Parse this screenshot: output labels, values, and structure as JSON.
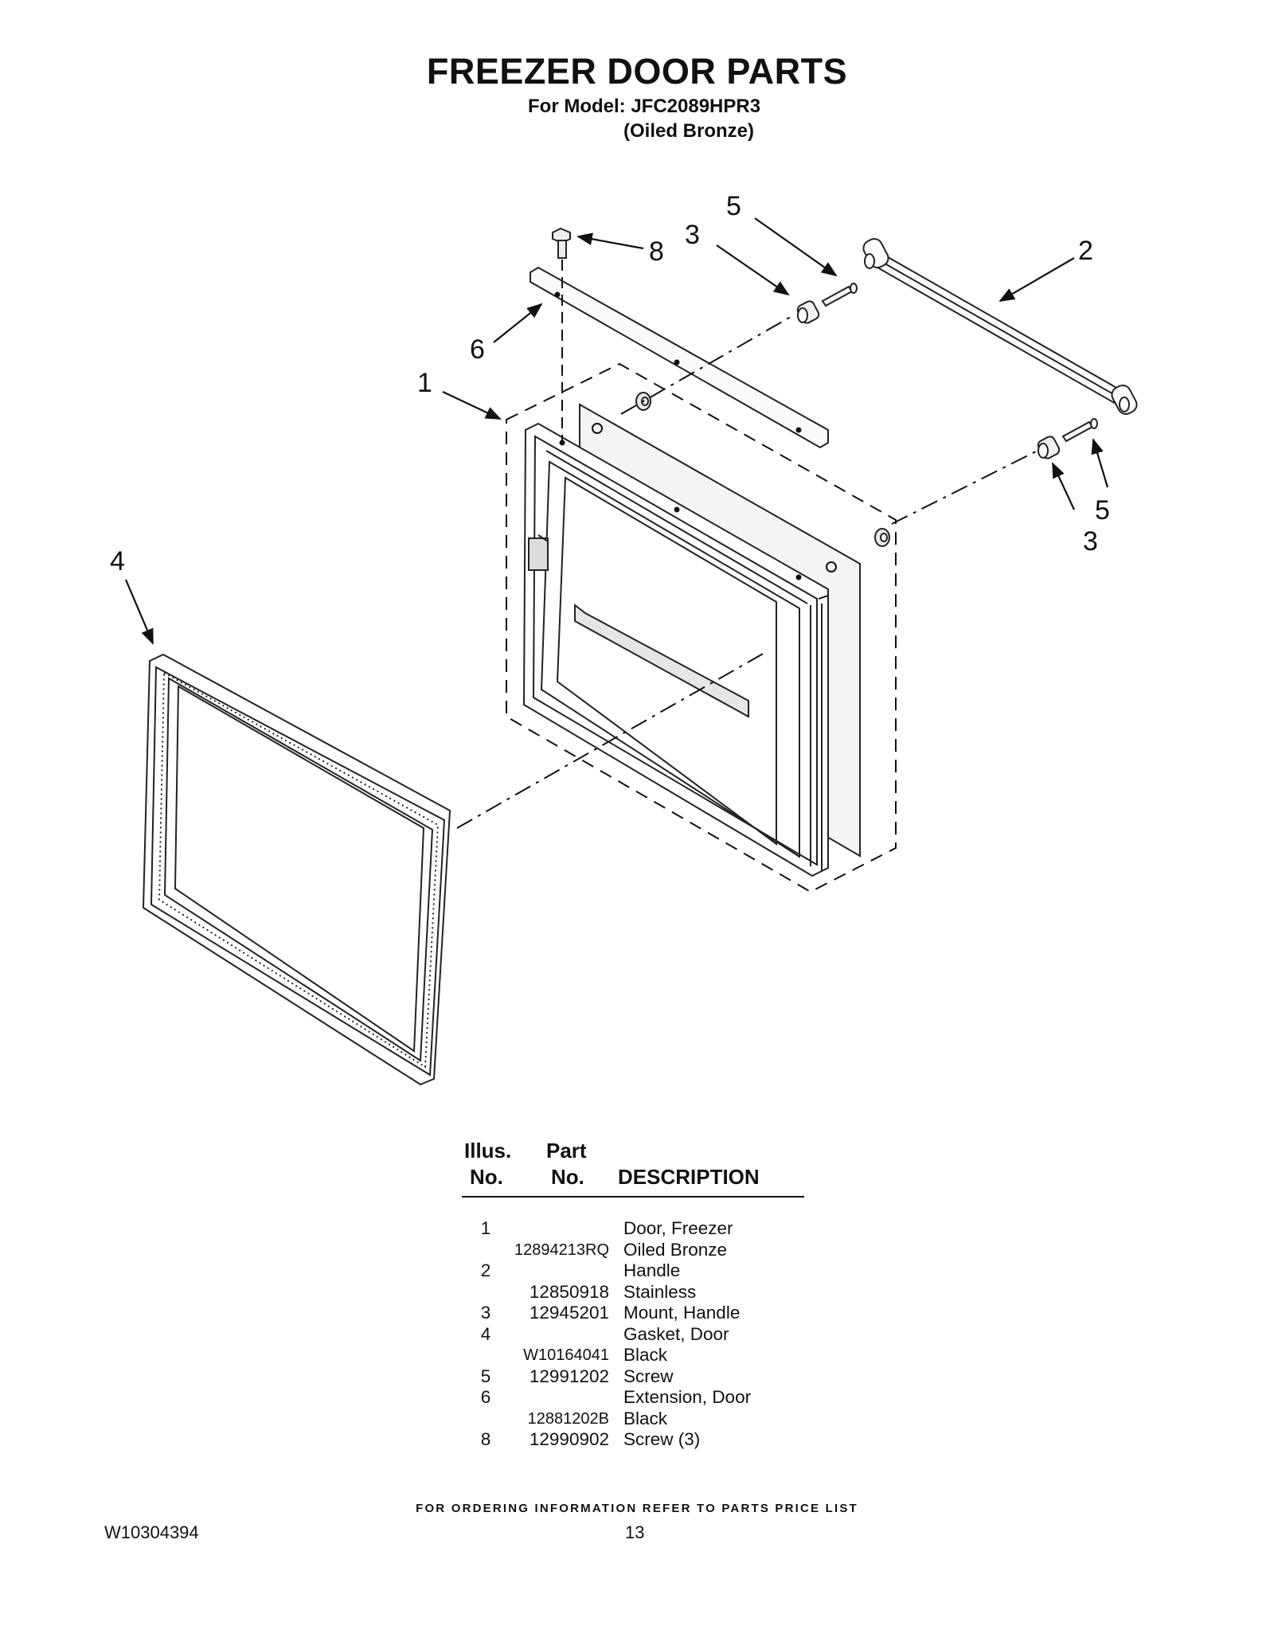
{
  "header": {
    "title": "FREEZER DOOR PARTS",
    "model_line": "For Model: JFC2089HPR3",
    "finish_line": "(Oiled Bronze)"
  },
  "diagram": {
    "callouts": {
      "c1": "1",
      "c2": "2",
      "c3a": "3",
      "c3b": "3",
      "c4": "4",
      "c5a": "5",
      "c5b": "5",
      "c6": "6",
      "c8": "8"
    }
  },
  "parts_table": {
    "headers": {
      "illus_line1": "Illus.",
      "illus_line2": "No.",
      "part_line1": "Part",
      "part_line2": "No.",
      "description": "DESCRIPTION"
    },
    "rows": [
      {
        "illus": "1",
        "part": "",
        "desc": "Door, Freezer"
      },
      {
        "illus": "",
        "part": "12894213RQ",
        "desc": "Oiled Bronze"
      },
      {
        "illus": "2",
        "part": "",
        "desc": "Handle"
      },
      {
        "illus": "",
        "part": "12850918",
        "desc": "Stainless"
      },
      {
        "illus": "3",
        "part": "12945201",
        "desc": "Mount, Handle"
      },
      {
        "illus": "4",
        "part": "",
        "desc": "Gasket, Door"
      },
      {
        "illus": "",
        "part": "W10164041",
        "desc": "Black"
      },
      {
        "illus": "5",
        "part": "12991202",
        "desc": "Screw"
      },
      {
        "illus": "6",
        "part": "",
        "desc": "Extension, Door"
      },
      {
        "illus": "",
        "part": "12881202B",
        "desc": "Black"
      },
      {
        "illus": "8",
        "part": "12990902",
        "desc": "Screw (3)"
      }
    ]
  },
  "footer": {
    "note": "FOR ORDERING INFORMATION REFER TO PARTS PRICE LIST",
    "doc_number": "W10304394",
    "page_number": "13"
  }
}
